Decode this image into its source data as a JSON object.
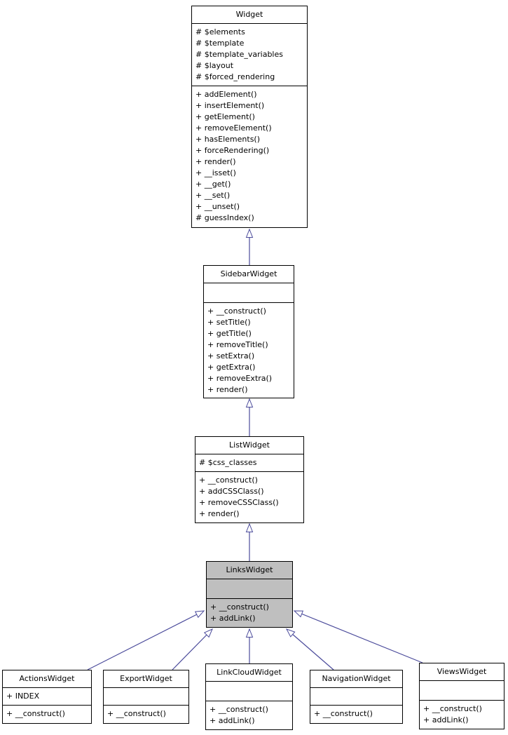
{
  "diagram": {
    "type": "uml-class-inheritance",
    "colors": {
      "box_fill": "#ffffff",
      "highlight_fill": "#bfbfbf",
      "border": "#000000",
      "arrow": "#4b4b9b"
    },
    "classes": [
      {
        "name": "Widget",
        "highlighted": false,
        "attributes": [
          "# $elements",
          "# $template",
          "# $template_variables",
          "# $layout",
          "# $forced_rendering"
        ],
        "methods": [
          "+ addElement()",
          "+ insertElement()",
          "+ getElement()",
          "+ removeElement()",
          "+ hasElements()",
          "+ forceRendering()",
          "+ render()",
          "+ __isset()",
          "+ __get()",
          "+ __set()",
          "+ __unset()",
          "# guessIndex()"
        ]
      },
      {
        "name": "SidebarWidget",
        "highlighted": false,
        "attributes": [],
        "methods": [
          "+ __construct()",
          "+ setTitle()",
          "+ getTitle()",
          "+ removeTitle()",
          "+ setExtra()",
          "+ getExtra()",
          "+ removeExtra()",
          "+ render()"
        ]
      },
      {
        "name": "ListWidget",
        "highlighted": false,
        "attributes": [
          "# $css_classes"
        ],
        "methods": [
          "+ __construct()",
          "+ addCSSClass()",
          "+ removeCSSClass()",
          "+ render()"
        ]
      },
      {
        "name": "LinksWidget",
        "highlighted": true,
        "attributes": [],
        "methods": [
          "+ __construct()",
          "+ addLink()"
        ]
      },
      {
        "name": "ActionsWidget",
        "highlighted": false,
        "attributes": [
          "+ INDEX"
        ],
        "methods": [
          "+ __construct()"
        ]
      },
      {
        "name": "ExportWidget",
        "highlighted": false,
        "attributes": [],
        "methods": [
          "+ __construct()"
        ]
      },
      {
        "name": "LinkCloudWidget",
        "highlighted": false,
        "attributes": [],
        "methods": [
          "+ __construct()",
          "+ addLink()"
        ]
      },
      {
        "name": "NavigationWidget",
        "highlighted": false,
        "attributes": [],
        "methods": [
          "+ __construct()"
        ]
      },
      {
        "name": "ViewsWidget",
        "highlighted": false,
        "attributes": [],
        "methods": [
          "+ __construct()",
          "+ addLink()"
        ]
      }
    ],
    "relations": [
      {
        "from": "SidebarWidget",
        "to": "Widget",
        "type": "inheritance"
      },
      {
        "from": "ListWidget",
        "to": "SidebarWidget",
        "type": "inheritance"
      },
      {
        "from": "LinksWidget",
        "to": "ListWidget",
        "type": "inheritance"
      },
      {
        "from": "ActionsWidget",
        "to": "LinksWidget",
        "type": "inheritance"
      },
      {
        "from": "ExportWidget",
        "to": "LinksWidget",
        "type": "inheritance"
      },
      {
        "from": "LinkCloudWidget",
        "to": "LinksWidget",
        "type": "inheritance"
      },
      {
        "from": "NavigationWidget",
        "to": "LinksWidget",
        "type": "inheritance"
      },
      {
        "from": "ViewsWidget",
        "to": "LinksWidget",
        "type": "inheritance"
      }
    ]
  }
}
